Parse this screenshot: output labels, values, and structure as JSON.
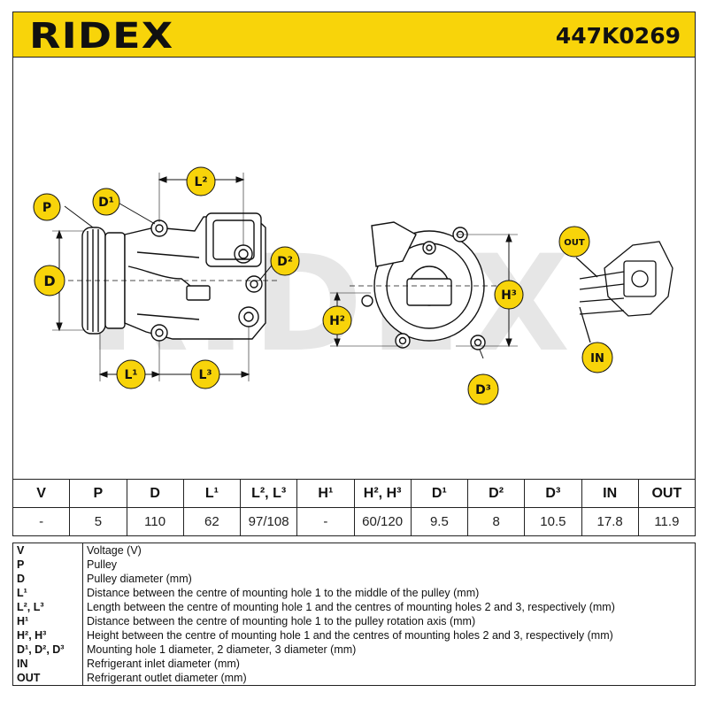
{
  "header": {
    "brand": "RIDEX",
    "part_number": "447K0269"
  },
  "drawing": {
    "watermark": "RIDEX",
    "labels": {
      "P": "P",
      "D": "D",
      "D1": "D¹",
      "D2": "D²",
      "D3": "D³",
      "L1": "L¹",
      "L2": "L²",
      "L3": "L³",
      "H2": "H²",
      "H3": "H³",
      "OUT": "OUT",
      "IN": "IN"
    },
    "colors": {
      "badge_fill": "#f8d40a",
      "badge_stroke": "#111111",
      "accent": "#f8d40a"
    }
  },
  "spec": {
    "headers": [
      "V",
      "P",
      "D",
      "L¹",
      "L², L³",
      "H¹",
      "H², H³",
      "D¹",
      "D²",
      "D³",
      "IN",
      "OUT"
    ],
    "values": [
      "-",
      "5",
      "110",
      "62",
      "97/108",
      "-",
      "60/120",
      "9.5",
      "8",
      "10.5",
      "17.8",
      "11.9"
    ]
  },
  "legend": [
    {
      "key": "V",
      "desc": "Voltage (V)"
    },
    {
      "key": "P",
      "desc": "Pulley"
    },
    {
      "key": "D",
      "desc": "Pulley diameter (mm)"
    },
    {
      "key": "L¹",
      "desc": "Distance between the centre of mounting hole 1 to the middle of the pulley (mm)"
    },
    {
      "key": "L², L³",
      "desc": "Length between the centre of mounting hole 1 and the centres of mounting holes 2 and 3, respectively (mm)"
    },
    {
      "key": "H¹",
      "desc": "Distance between the centre of mounting hole 1 to the pulley rotation axis (mm)"
    },
    {
      "key": "H², H³",
      "desc": "Height between the centre of mounting hole 1 and the centres of mounting holes 2 and 3, respectively (mm)"
    },
    {
      "key": "D¹, D², D³",
      "desc": "Mounting hole 1 diameter, 2 diameter, 3 diameter (mm)"
    },
    {
      "key": "IN",
      "desc": "Refrigerant inlet diameter (mm)"
    },
    {
      "key": "OUT",
      "desc": "Refrigerant outlet diameter (mm)"
    }
  ]
}
